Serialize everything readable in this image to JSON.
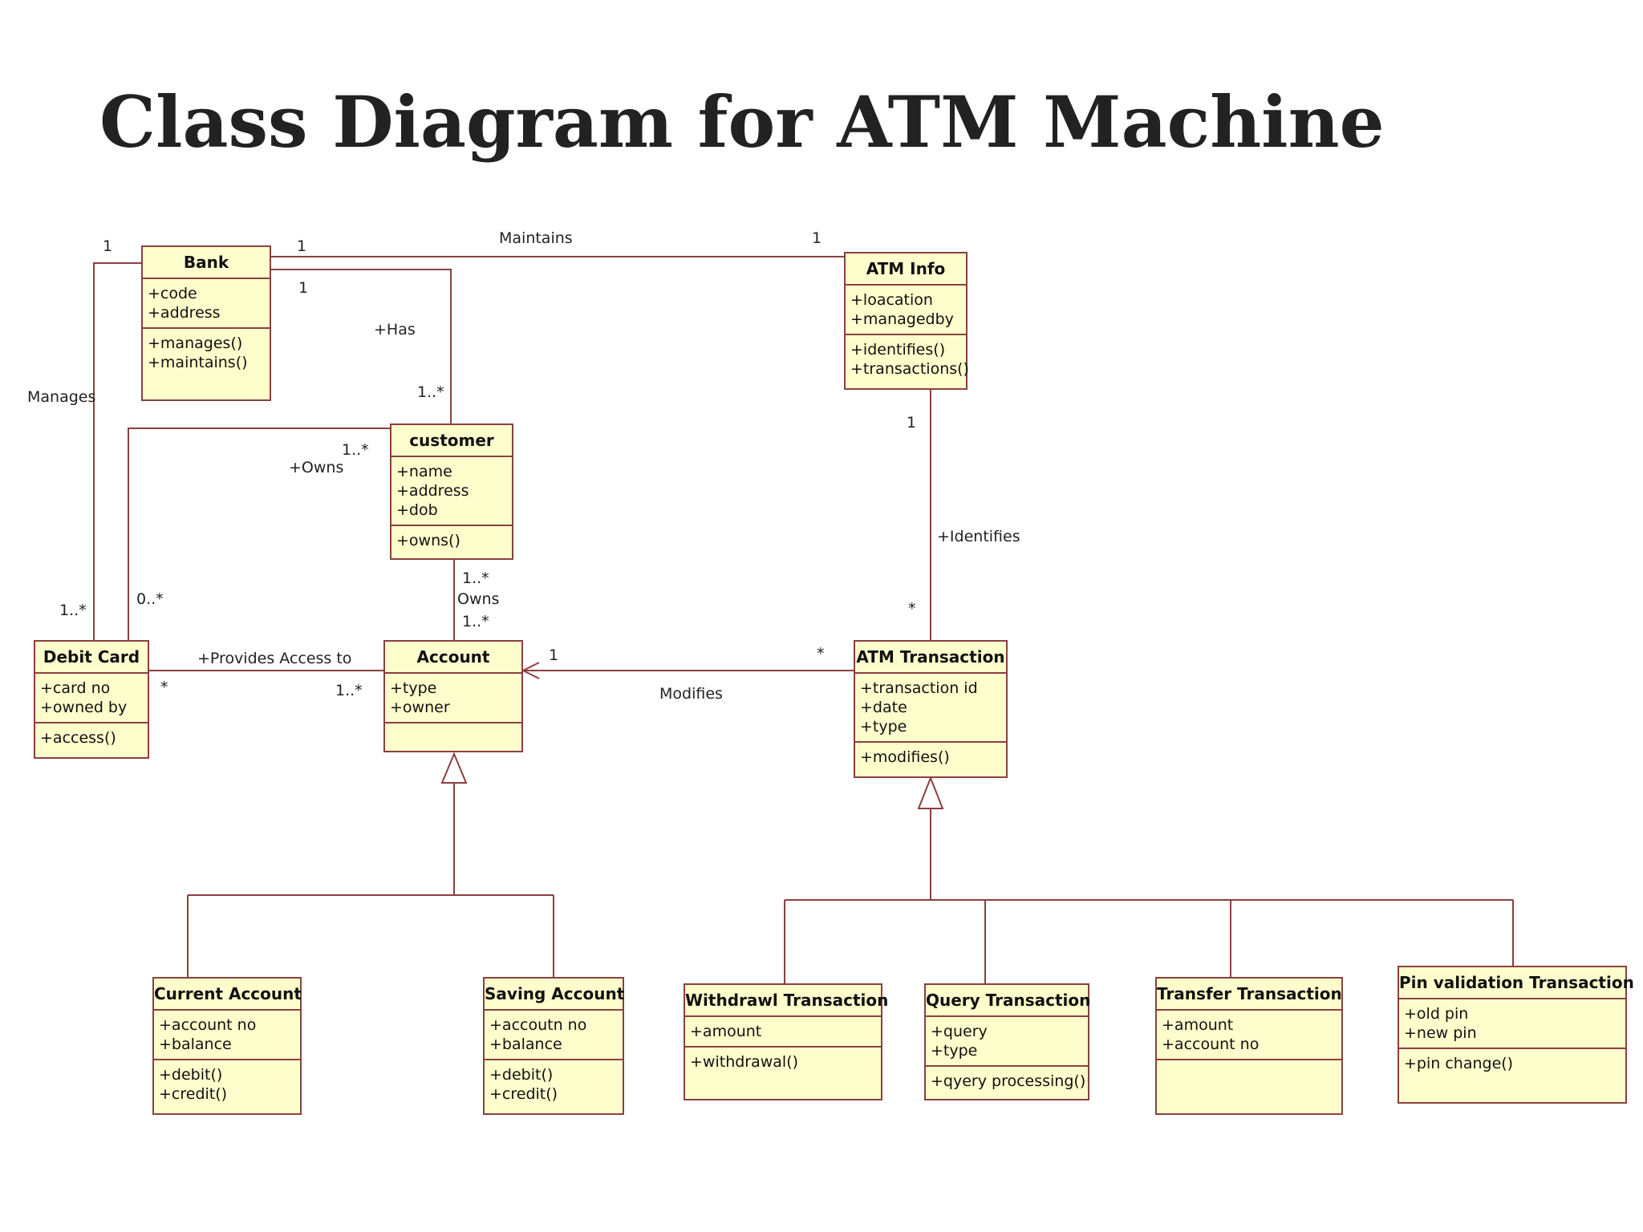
{
  "title": "Class Diagram for ATM Machine",
  "colors": {
    "box_fill": "#fefecc",
    "box_border": "#8a4040",
    "line": "#8a4040"
  },
  "classes": {
    "bank": {
      "name": "Bank",
      "attributes": [
        "+code",
        "+address"
      ],
      "operations": [
        "+manages()",
        "+maintains()"
      ]
    },
    "atm_info": {
      "name": "ATM Info",
      "attributes": [
        "+loacation",
        "+managedby"
      ],
      "operations": [
        "+identifies()",
        "+transactions()"
      ]
    },
    "customer": {
      "name": "customer",
      "attributes": [
        "+name",
        "+address",
        "+dob"
      ],
      "operations": [
        "+owns()"
      ]
    },
    "debit_card": {
      "name": "Debit Card",
      "attributes": [
        "+card no",
        "+owned by"
      ],
      "operations": [
        "+access()"
      ]
    },
    "account": {
      "name": "Account",
      "attributes": [
        "+type",
        "+owner"
      ],
      "operations": []
    },
    "atm_transaction": {
      "name": "ATM Transaction",
      "attributes": [
        "+transaction id",
        "+date",
        "+type"
      ],
      "operations": [
        "+modifies()"
      ]
    },
    "current_account": {
      "name": "Current Account",
      "attributes": [
        "+account no",
        "+balance"
      ],
      "operations": [
        "+debit()",
        "+credit()"
      ]
    },
    "saving_account": {
      "name": "Saving Account",
      "attributes": [
        "+accoutn no",
        "+balance"
      ],
      "operations": [
        "+debit()",
        "+credit()"
      ]
    },
    "withdrawl_transaction": {
      "name": "Withdrawl Transaction",
      "attributes": [
        "+amount"
      ],
      "operations": [
        "+withdrawal()"
      ]
    },
    "query_transaction": {
      "name": "Query Transaction",
      "attributes": [
        "+query",
        "+type"
      ],
      "operations": [
        "+qyery processing()"
      ]
    },
    "transfer_transaction": {
      "name": "Transfer Transaction",
      "attributes": [
        "+amount",
        "+account no"
      ],
      "operations": []
    },
    "pin_validation_transaction": {
      "name": "Pin validation Transaction",
      "attributes": [
        "+old pin",
        "+new pin"
      ],
      "operations": [
        "+pin change()"
      ]
    }
  },
  "labels": {
    "maintains": "Maintains",
    "has": "+Has",
    "manages": "Manages",
    "owns_plus": "+Owns",
    "owns": "Owns",
    "identifies": "+Identifies",
    "provides_access": "+Provides Access to",
    "modifies": "Modifies"
  },
  "multiplicities": {
    "bank_left": "1",
    "bank_right_top": "1",
    "bank_right_has": "1",
    "atm_info_left": "1",
    "customer_top": "1..*",
    "customer_left": "1..*",
    "atm_info_bottom": "1",
    "debit_card_manages": "1..*",
    "debit_card_owns": "0..*",
    "customer_bottom": "1..*",
    "account_top": "1..*",
    "debit_card_right": "*",
    "account_left": "1..*",
    "account_right": "1",
    "atm_transaction_left": "*",
    "atm_transaction_top": "*"
  }
}
